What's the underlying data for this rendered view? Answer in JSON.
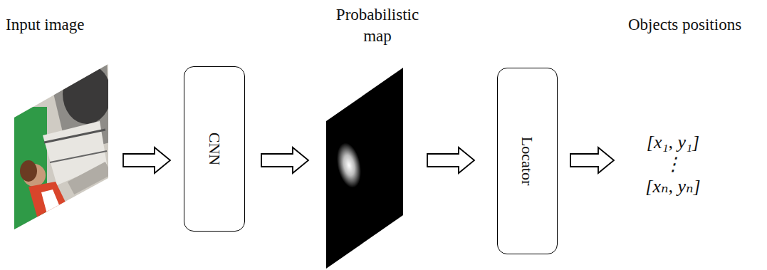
{
  "diagram": {
    "nodes": [
      {
        "text": [
          "Input image"
        ]
      },
      {
        "text": [
          "CNN"
        ]
      },
      {
        "text": [
          "Probabilistic map"
        ]
      },
      {
        "text": [
          "Locator"
        ]
      },
      {
        "text": [
          "Objects positions",
          "[x₁, y₁]",
          "⋮",
          "[xₙ, yₙ]"
        ]
      }
    ],
    "edges": [
      {
        "from": 0,
        "to": 1,
        "arrow": "to"
      },
      {
        "from": 1,
        "to": 2,
        "arrow": "to"
      },
      {
        "from": 2,
        "to": 3,
        "arrow": "to"
      },
      {
        "from": 3,
        "to": 4,
        "arrow": "to"
      }
    ]
  }
}
